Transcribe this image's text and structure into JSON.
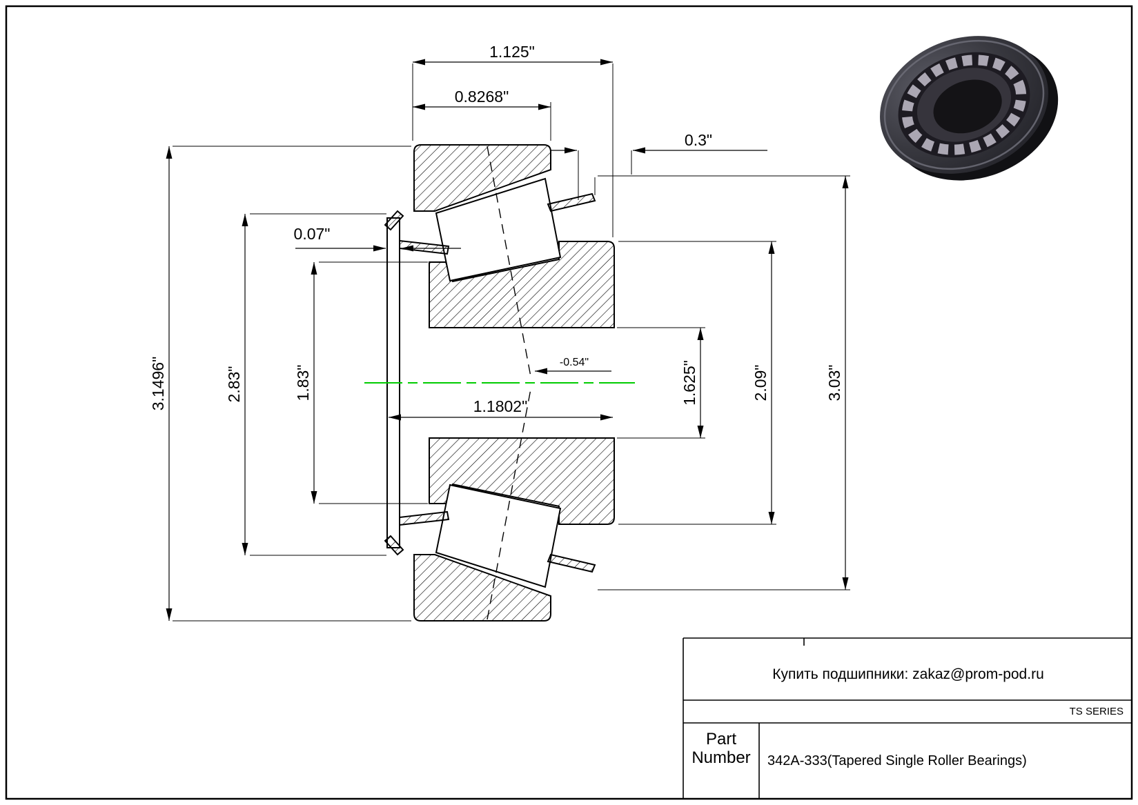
{
  "colors": {
    "background": "#ffffff",
    "line": "#000000",
    "centerline": "#00cc00"
  },
  "dims": {
    "top_width": "1.125\"",
    "cup_front_width": "0.8268\"",
    "back_offset": "0.3\"",
    "flange_thickness": "0.07\"",
    "flange_od": "3.1496\"",
    "rib_ring_od": "2.83\"",
    "front_rib_od": "1.83\"",
    "cone_width": "1.1802\"",
    "center_offset": "-0.54\"",
    "bore": "1.625\"",
    "back_rib_od": "2.09\"",
    "cup_od": "3.03\""
  },
  "title_block": {
    "contact": "Купить подшипники: zakaz@prom-pod.ru",
    "series": "TS SERIES",
    "part_label": "Part Number",
    "part_value": "342A-333(Tapered Single Roller Bearings)"
  }
}
